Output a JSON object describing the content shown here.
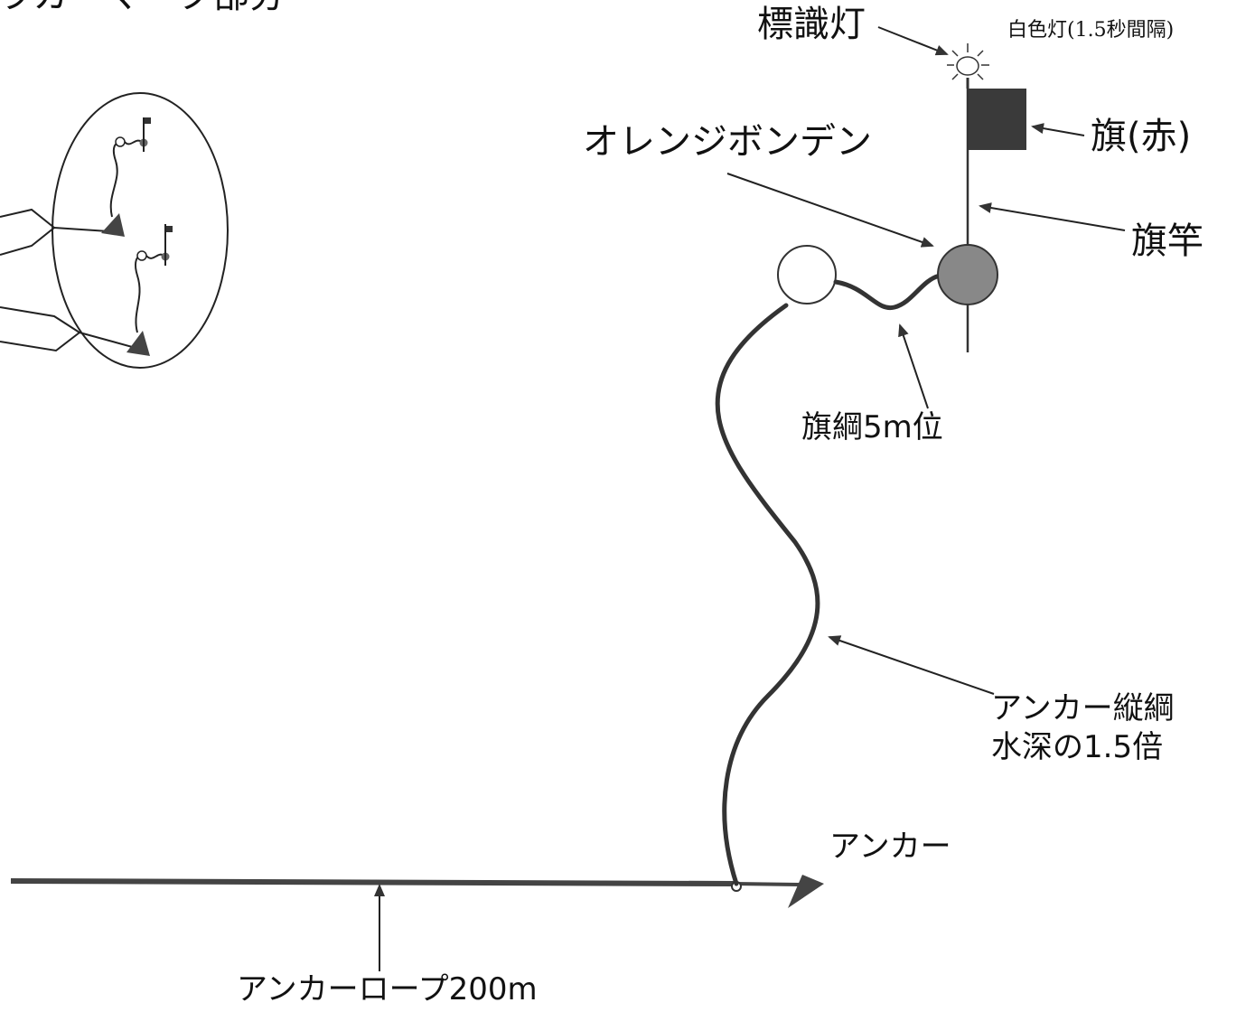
{
  "header": {
    "title_partial": "ラカーマーク部分"
  },
  "labels": {
    "signal_light": "標識灯",
    "signal_light_note": "白色灯(1.5秒間隔)",
    "flag": "旗(赤)",
    "orange_bonden": "オレンジボンデン",
    "flag_pole": "旗竿",
    "flag_rope": "旗綱5m位",
    "anchor_vertical_rope_line1": "アンカー縦綱",
    "anchor_vertical_rope_line2": "水深の1.5倍",
    "anchor": "アンカー",
    "anchor_rope": "アンカーロープ200m"
  },
  "colors": {
    "rope": "#333333",
    "buoy_white": "#ffffff",
    "buoy_orange": "#888888",
    "flag": "#3a3a3a",
    "marker": "#444444"
  },
  "icons": {
    "light": "light-burst-icon",
    "anchor": "anchor-triangle-icon",
    "flag": "flag-icon"
  }
}
